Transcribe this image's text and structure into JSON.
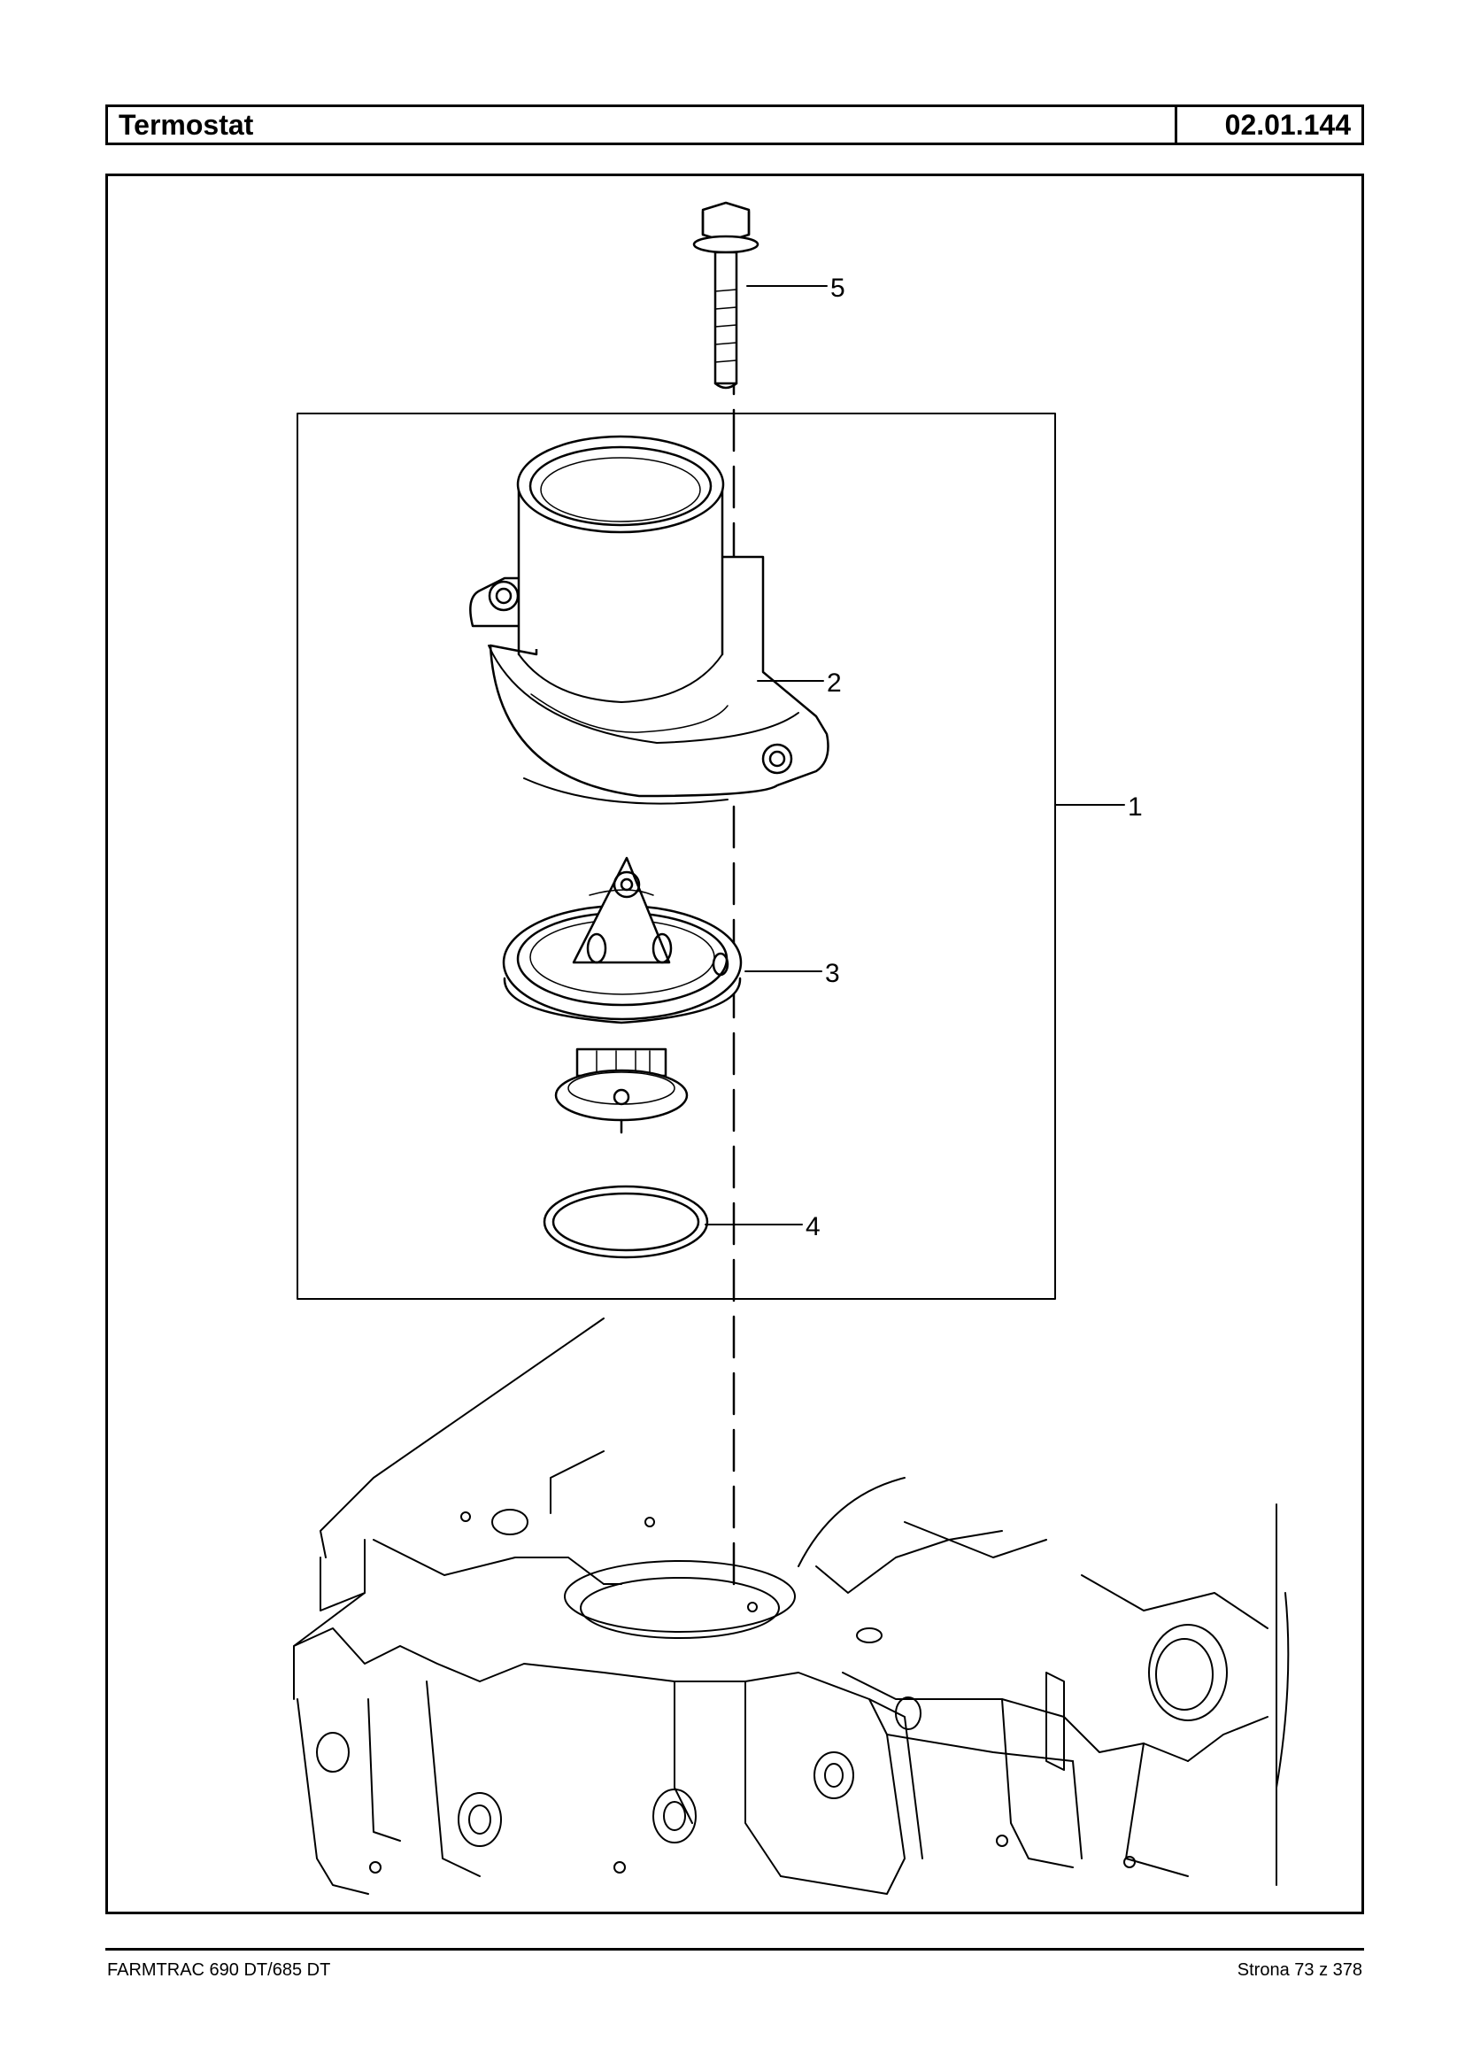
{
  "header": {
    "title": "Termostat",
    "code": "02.01.144"
  },
  "callouts": {
    "c1": "1",
    "c2": "2",
    "c3": "3",
    "c4": "4",
    "c5": "5"
  },
  "footer": {
    "model": "FARMTRAC 690 DT/685 DT",
    "page": "Strona 73 z 378"
  }
}
